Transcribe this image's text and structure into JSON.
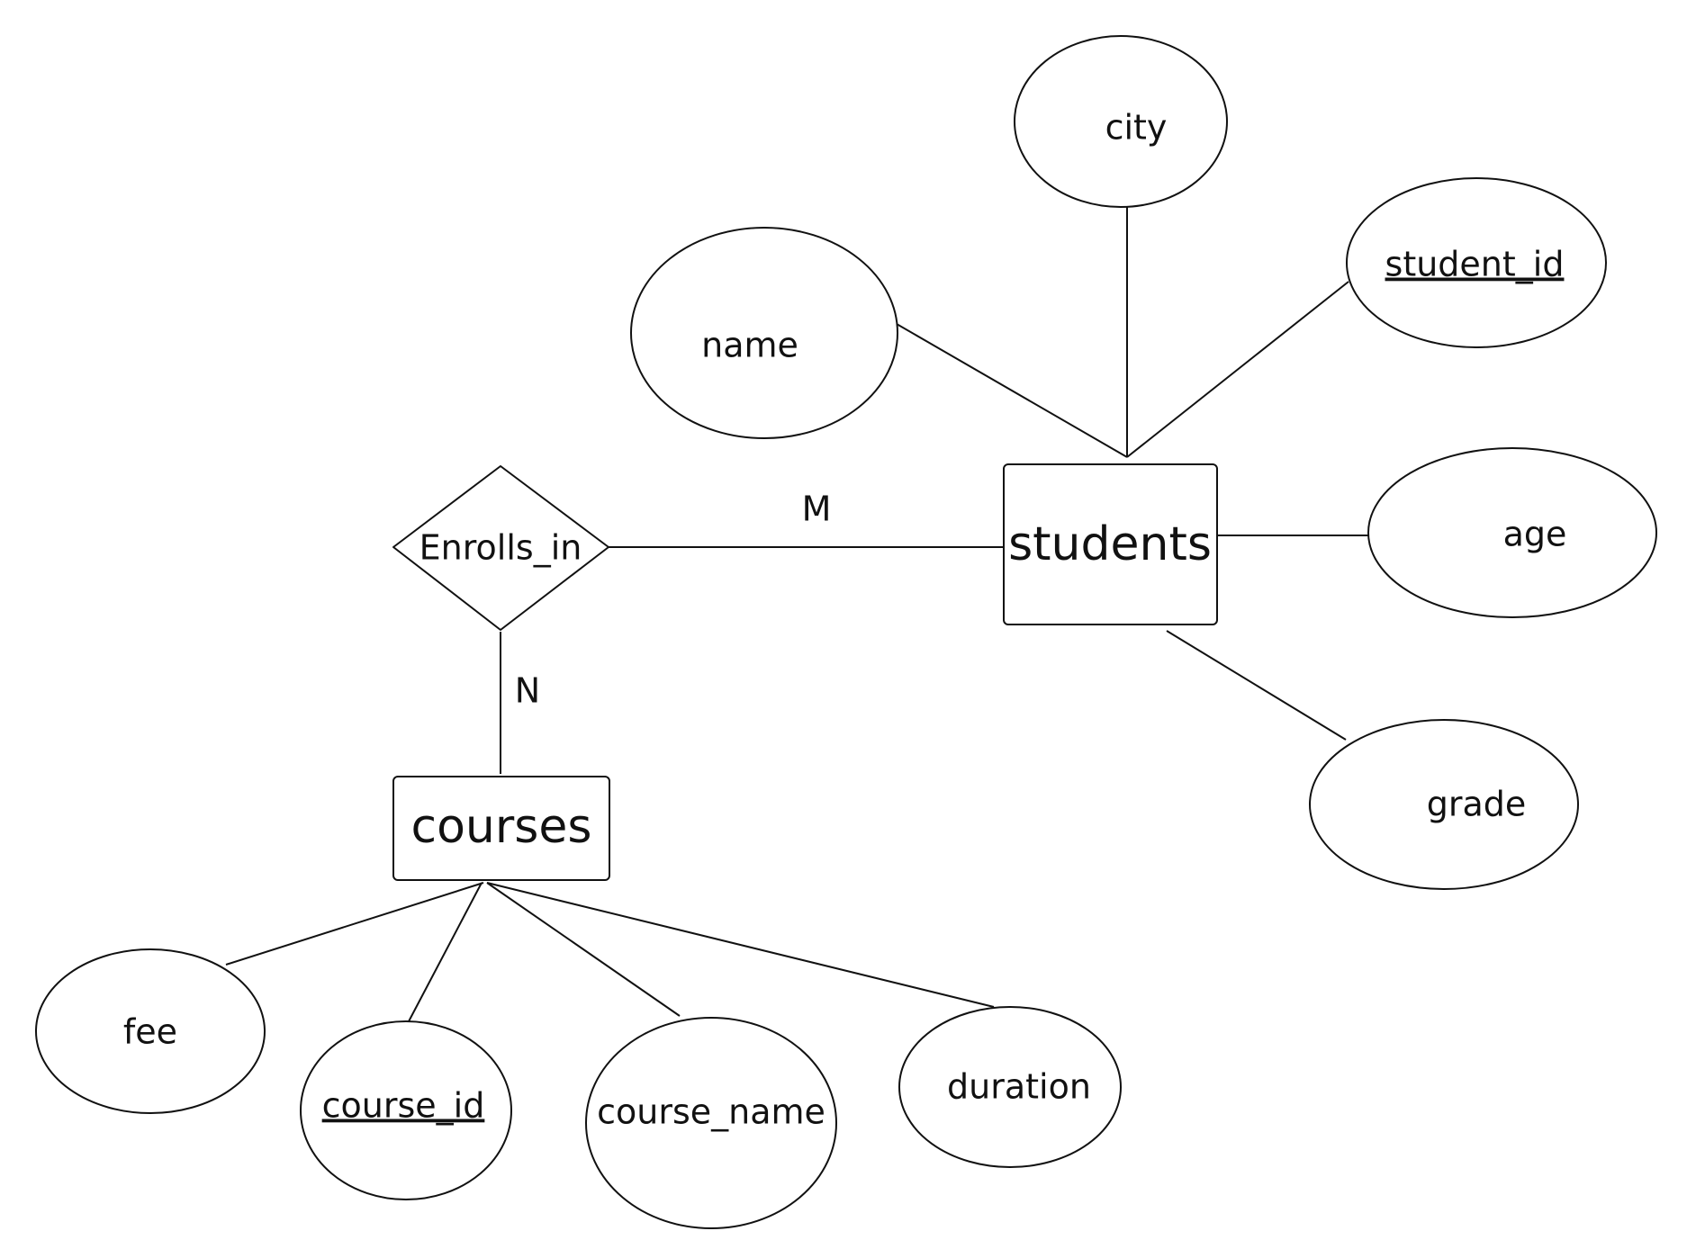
{
  "entities": {
    "students": {
      "label": "students"
    },
    "courses": {
      "label": "courses"
    }
  },
  "relationship": {
    "label": "Enrolls_in"
  },
  "cardinality": {
    "students_side": "M",
    "courses_side": "N"
  },
  "student_attributes": {
    "city": "city",
    "student_id": "student_id",
    "name": "name",
    "age": "age",
    "grade": "grade"
  },
  "course_attributes": {
    "fee": "fee",
    "course_id": "course_id",
    "course_name": "course_name",
    "duration": "duration"
  },
  "primary_keys": [
    "student_id",
    "course_id"
  ],
  "colors": {
    "stroke": "#111111",
    "background": "#ffffff"
  }
}
